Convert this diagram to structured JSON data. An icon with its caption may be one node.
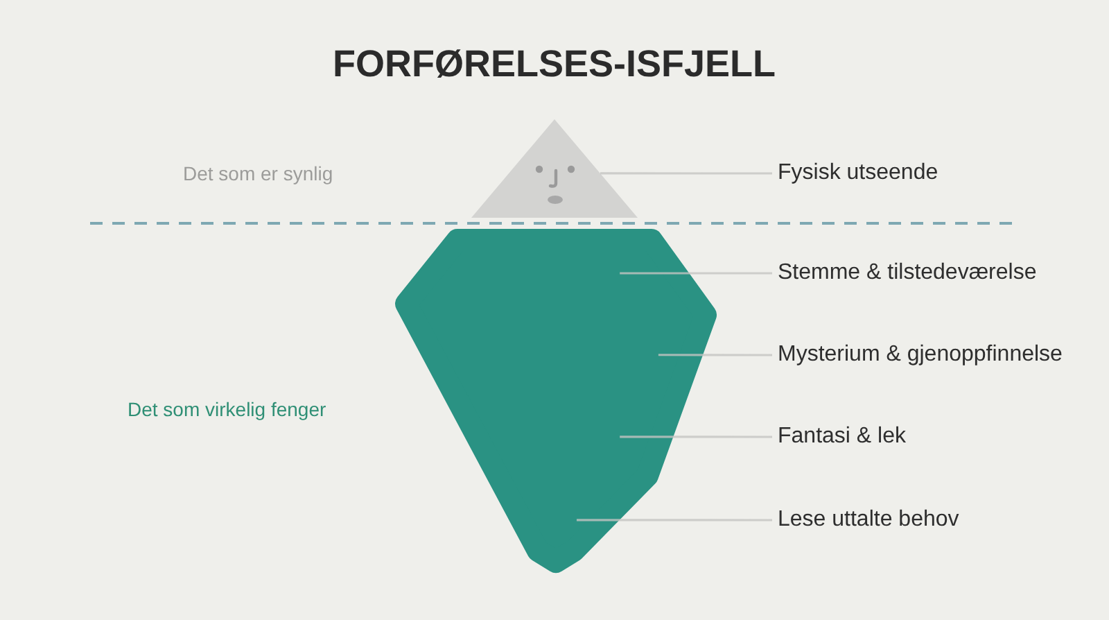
{
  "diagram": {
    "title": "FORFØRELSES-ISFJELL",
    "nodes": [
      {
        "text": [],
        "shape": "triangle"
      },
      {
        "text": [
          "Fysisk utseende"
        ]
      },
      {
        "text": [],
        "shape": "polygon"
      },
      {
        "text": [
          "Stemme & tilstedeværelse"
        ]
      },
      {
        "text": [
          "Mysterium & gjenoppfinnelse"
        ]
      },
      {
        "text": [
          "Fantasi & lek"
        ]
      },
      {
        "text": [
          "Lese uttalte behov"
        ]
      }
    ],
    "edges": [
      {
        "from": 1,
        "to": 0,
        "arrow": "none"
      },
      {
        "from": 3,
        "to": 2,
        "arrow": "none"
      },
      {
        "from": 4,
        "to": 2,
        "arrow": "none"
      },
      {
        "from": 5,
        "to": 2,
        "arrow": "none"
      },
      {
        "from": 6,
        "to": 2,
        "arrow": "none"
      }
    ],
    "labels": [
      "Det som er synlig",
      "Det som virkelig fenger"
    ]
  }
}
